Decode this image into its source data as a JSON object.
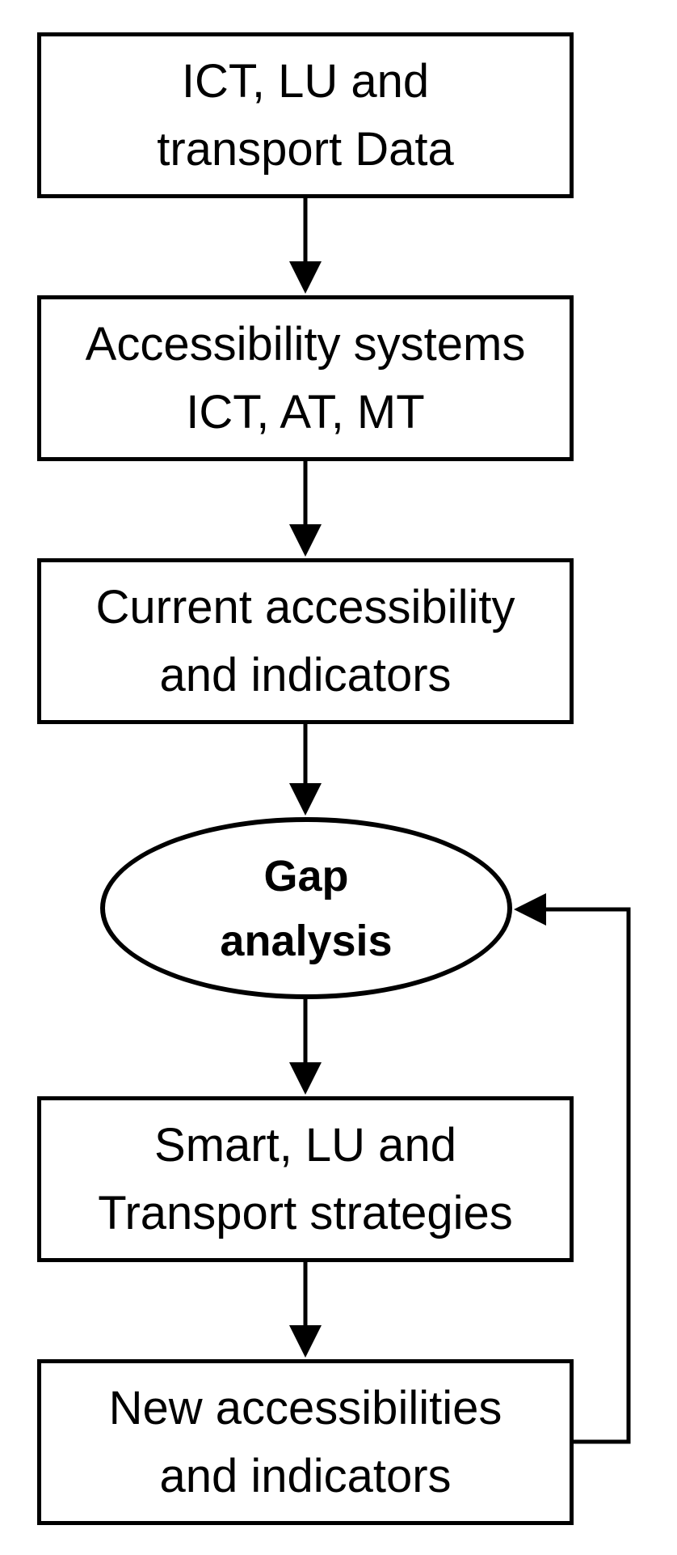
{
  "nodes": {
    "data_sources": {
      "line1": "ICT, LU and",
      "line2": "transport Data"
    },
    "accessibility_systems": {
      "line1": "Accessibility systems",
      "line2": "ICT, AT, MT"
    },
    "current_accessibility": {
      "line1": "Current accessibility",
      "line2": "and indicators"
    },
    "gap_analysis": {
      "line1": "Gap",
      "line2": "analysis"
    },
    "strategies": {
      "line1": "Smart, LU and",
      "line2": "Transport strategies"
    },
    "new_accessibilities": {
      "line1": "New accessibilities",
      "line2": "and indicators"
    }
  },
  "colors": {
    "stroke": "#000000",
    "fill": "#ffffff"
  }
}
